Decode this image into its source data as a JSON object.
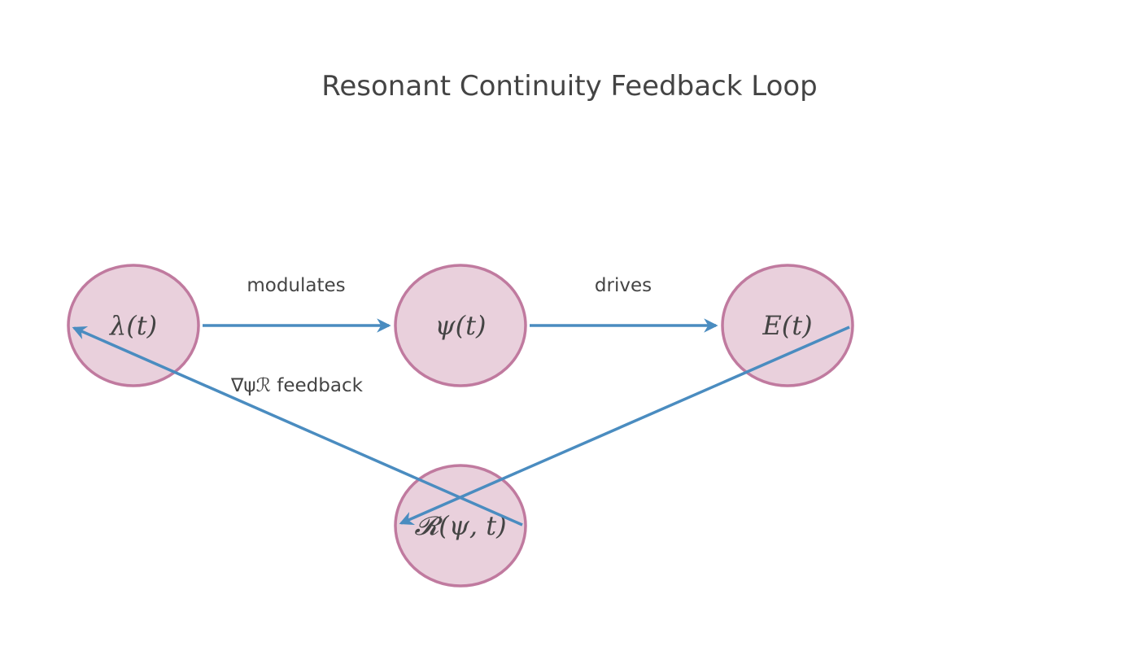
{
  "diagram": {
    "title": "Resonant Continuity Feedback Loop",
    "colors": {
      "node_fill": "#e9d0dc",
      "node_stroke": "#c07a9f",
      "edge": "#4a8cc0",
      "text": "#444444"
    },
    "nodes": [
      {
        "id": "lambda",
        "label": "λ(t)"
      },
      {
        "id": "psi",
        "label": "ψ(t)"
      },
      {
        "id": "energy",
        "label": "E(t)"
      },
      {
        "id": "resonance",
        "label": "𝓡(ψ, t)"
      }
    ],
    "edges": [
      {
        "id": "lambda-to-psi",
        "from": "lambda",
        "to": "psi",
        "label": "modulates"
      },
      {
        "id": "psi-to-energy",
        "from": "psi",
        "to": "energy",
        "label": "drives"
      },
      {
        "id": "energy-to-resonance",
        "from": "energy",
        "to": "resonance",
        "label": ""
      },
      {
        "id": "resonance-to-lambda",
        "from": "resonance",
        "to": "lambda",
        "label": "∇ψℛ feedback"
      }
    ]
  }
}
